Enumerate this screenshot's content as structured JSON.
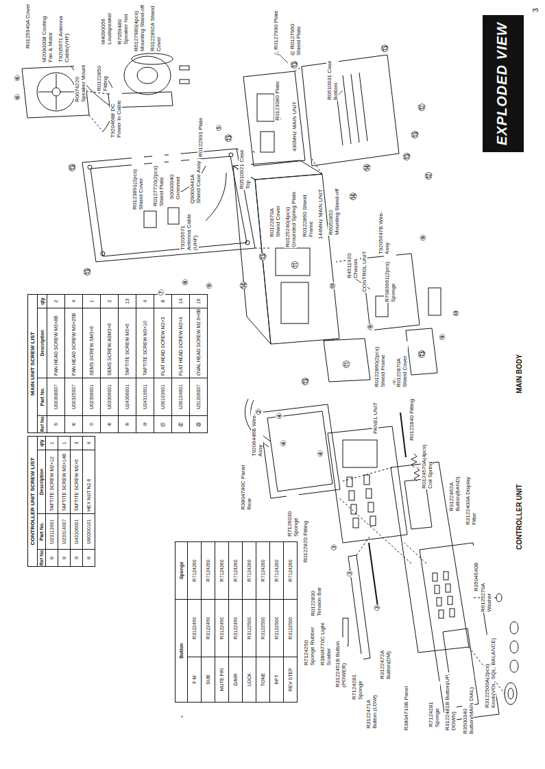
{
  "diagram": {
    "title": "EXPLODED VIEW",
    "labels": [
      "CONTROLLER UNIT SCREW LIST",
      "Ref No",
      "Part No.",
      "Description",
      "qty",
      "①",
      "U23112001",
      "TAPTITE SCREW M2×12",
      "1",
      "②",
      "U23314007",
      "TAPTITE SCREW M3×14B",
      "1",
      "③",
      "U43106001",
      "TAPTITE SCREW M2×6",
      "3",
      "④",
      "U60200101",
      "HEX NUT N2.6",
      "4",
      "MAIN UNIT SCREW LIST",
      "Ref No",
      "Part No.",
      "Description",
      "qty",
      "⑤",
      "U00308007",
      "PAN HEAD SCREW M3×8B",
      "2",
      "⑥",
      "U00325007",
      "PAN HEAD SCREW M3×25B",
      "4",
      "⑦",
      "U02306001",
      "SEMS SCREW SM3×6",
      "1",
      "⑧",
      "U03306001",
      "SEMS SCREW ASM3×6",
      "2",
      "⑨",
      "U24306001",
      "TAPTITE SCREW M3×6",
      "13",
      "⑩",
      "U24310001",
      "TAPTITE SCREW M3×10",
      "4",
      "⑪",
      "U30103001",
      "FLAT HEAD SCREW M2×3",
      "8",
      "⑫",
      "U30104001",
      "FLAT HEAD SCREW M2×4",
      "14",
      "⑬",
      "U31206007",
      "OVAL HEAD SCREW M2.6×6B",
      "16",
      "*",
      "Button",
      "Sponge",
      "F M",
      "R3122490",
      "R7124260",
      "SUB",
      "R3122490",
      "R7124260",
      "MUTE PRI",
      "R3122490",
      "R7124260",
      "D/MR",
      "R3122490",
      "R7124260",
      "LOCK",
      "R3122500",
      "R7124260",
      "TONE",
      "R3122500",
      "R7124260",
      "RPT",
      "R3122500",
      "R7124260",
      "REV STEP",
      "R3122500",
      "R7124260",
      "R3804780C Panel Rear",
      "T9206446B Wire-Assy",
      "PANEL UNIT",
      "R7126030 Sponge",
      "R0122840 Fitting",
      "R0124570A(4pcs) Coil Spring",
      "R3122462A Button(BAND)",
      "R3122400A Display Filter",
      "R3504540B Subpanel",
      "R0122820 Fitting",
      "R7124250 Sponge Rubber",
      "R3804770C Light Scatter",
      "R0122830 Tension Bar",
      "R3122451B Button (POWER)",
      "R7124281 Sponge",
      "R3122471A Button (LOW)",
      "R3122472A Button(DM)",
      "R3804710B Panel",
      "R7124281 Sponge",
      "R3122481B Button(UP, DOWN)",
      "R3500340 Button(MAIN DIAL)",
      "R3122500A(2pcs) Knob(VOL, SQL, BALANCE)",
      "R6125270A Washer",
      "CONTROLLER UNIT",
      "①",
      "②",
      "③",
      "③",
      "③",
      "④",
      "④",
      "④",
      "R0510921 Case Top",
      "R0122870A Shield Cover",
      "R0125240(4pcs) Grounded Spring Plate",
      "R0122860 Shield Frame",
      "144MHz MAIN UNIT",
      "R6052852 Mounting Stand-off",
      "R4511920 Chassis",
      "CONTROL UNIT",
      "T9205647B Wire-Assy",
      "R7083961(2pcs) Sponge",
      "R0122860(2pcs) Shield Frame",
      "R0122870A Shield Cover",
      "R0510931 Case Bottom",
      "R0123080 Plate",
      "430MHz MAIN UNIT",
      "R0122991 Plate",
      "Q9000441A Shield Case Assy",
      "S0000040 Grommet",
      "T9205671 Antenna Cable (UHF)",
      "R0127720(2pcs) Shield Plate",
      "R0123891(2pcs) Shield Cover",
      "T9204688 DC Power In Cable",
      "R0125940A Cover",
      "M2090008 Cooling Fan & Motor",
      "T9205671 Antenna Cable(VHF)",
      "R0074220 Speaker Mount",
      "R0122850 Fitting",
      "M4090056 Loudspeaker",
      "R7059480 Speaker Net",
      "R6127980(4pcs) Mounting Stand-off",
      "R0122892A Shield Cover",
      "△ R0127990 Plate",
      "◎ R0127960 Shield Plate",
      "MAIN BODY",
      "3",
      "⑥",
      "⑥",
      "⑬",
      "⑬",
      "⑬",
      "⑬",
      "⑬",
      "⑬",
      "⑬",
      "⑬",
      "⑬",
      "⑬",
      "⑭",
      "⑭",
      "⑭",
      "⑨",
      "⑨",
      "⑨",
      "⑨",
      "⑩",
      "⑩",
      "⑪",
      "⑪",
      "⑫",
      "⑫",
      "⑤",
      "⑦",
      "⑧"
    ]
  }
}
